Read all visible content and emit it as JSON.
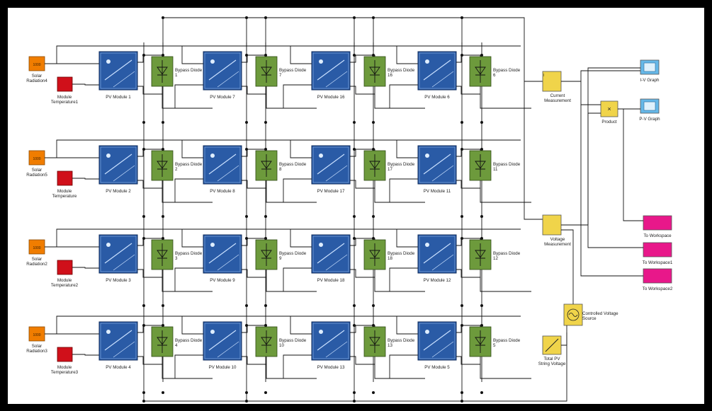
{
  "title": "",
  "rows": [
    {
      "radiation": "Solar Radiation4",
      "temperature": "Module Temperature1",
      "cells": [
        {
          "module": "PV Module 1",
          "diode": "Bypass Diode 1"
        },
        {
          "module": "PV Module 7",
          "diode": "Bypass Diode 7"
        },
        {
          "module": "PV Module 16",
          "diode": "Bypass Diode 16"
        },
        {
          "module": "PV Module 6",
          "diode": "Bypass Diode 6"
        }
      ]
    },
    {
      "radiation": "Solar Radiation5",
      "temperature": "Module Temperature",
      "cells": [
        {
          "module": "PV Module 2",
          "diode": "Bypass Diode 2"
        },
        {
          "module": "PV Module 8",
          "diode": "Bypass Diode 8"
        },
        {
          "module": "PV Module 17",
          "diode": "Bypass Diode 17"
        },
        {
          "module": "PV Module 11",
          "diode": "Bypass Diode 11"
        }
      ]
    },
    {
      "radiation": "Solar Radiation2",
      "temperature": "Module Temperature2",
      "cells": [
        {
          "module": "PV Module 3",
          "diode": "Bypass Diode 3"
        },
        {
          "module": "PV Module 9",
          "diode": "Bypass Diode 9"
        },
        {
          "module": "PV Module 18",
          "diode": "Bypass Diode 18"
        },
        {
          "module": "PV Module 12",
          "diode": "Bypass Diode 12"
        }
      ]
    },
    {
      "radiation": "Solar Radiation3",
      "temperature": "Module Temperature3",
      "cells": [
        {
          "module": "PV Module 4",
          "diode": "Bypass Diode 4"
        },
        {
          "module": "PV Module 10",
          "diode": "Bypass Diode 10"
        },
        {
          "module": "PV Module 13",
          "diode": "Bypass Diode 13"
        },
        {
          "module": "PV Module 5",
          "diode": "Bypass Diode 5"
        }
      ]
    }
  ],
  "const_value": "1000",
  "right": {
    "current": "Current Measurement",
    "voltage": "Voltage Measurement",
    "product": "Product",
    "iv": "I-V Graph",
    "pv": "P-V Graph",
    "ws": "To Workspace",
    "ws1": "To Workspace1",
    "ws2": "To Workspace2",
    "source": "Controlled Voltage Source",
    "ramp": "Total PV String Voltage"
  },
  "colors": {
    "radiation": "#f07d00",
    "temperature": "#d0101a",
    "panel": "#2a5ba6",
    "diode": "#6d9a3c",
    "measure": "#f0d44a",
    "scope": "#66b8e8",
    "workspace": "#e8188a"
  }
}
